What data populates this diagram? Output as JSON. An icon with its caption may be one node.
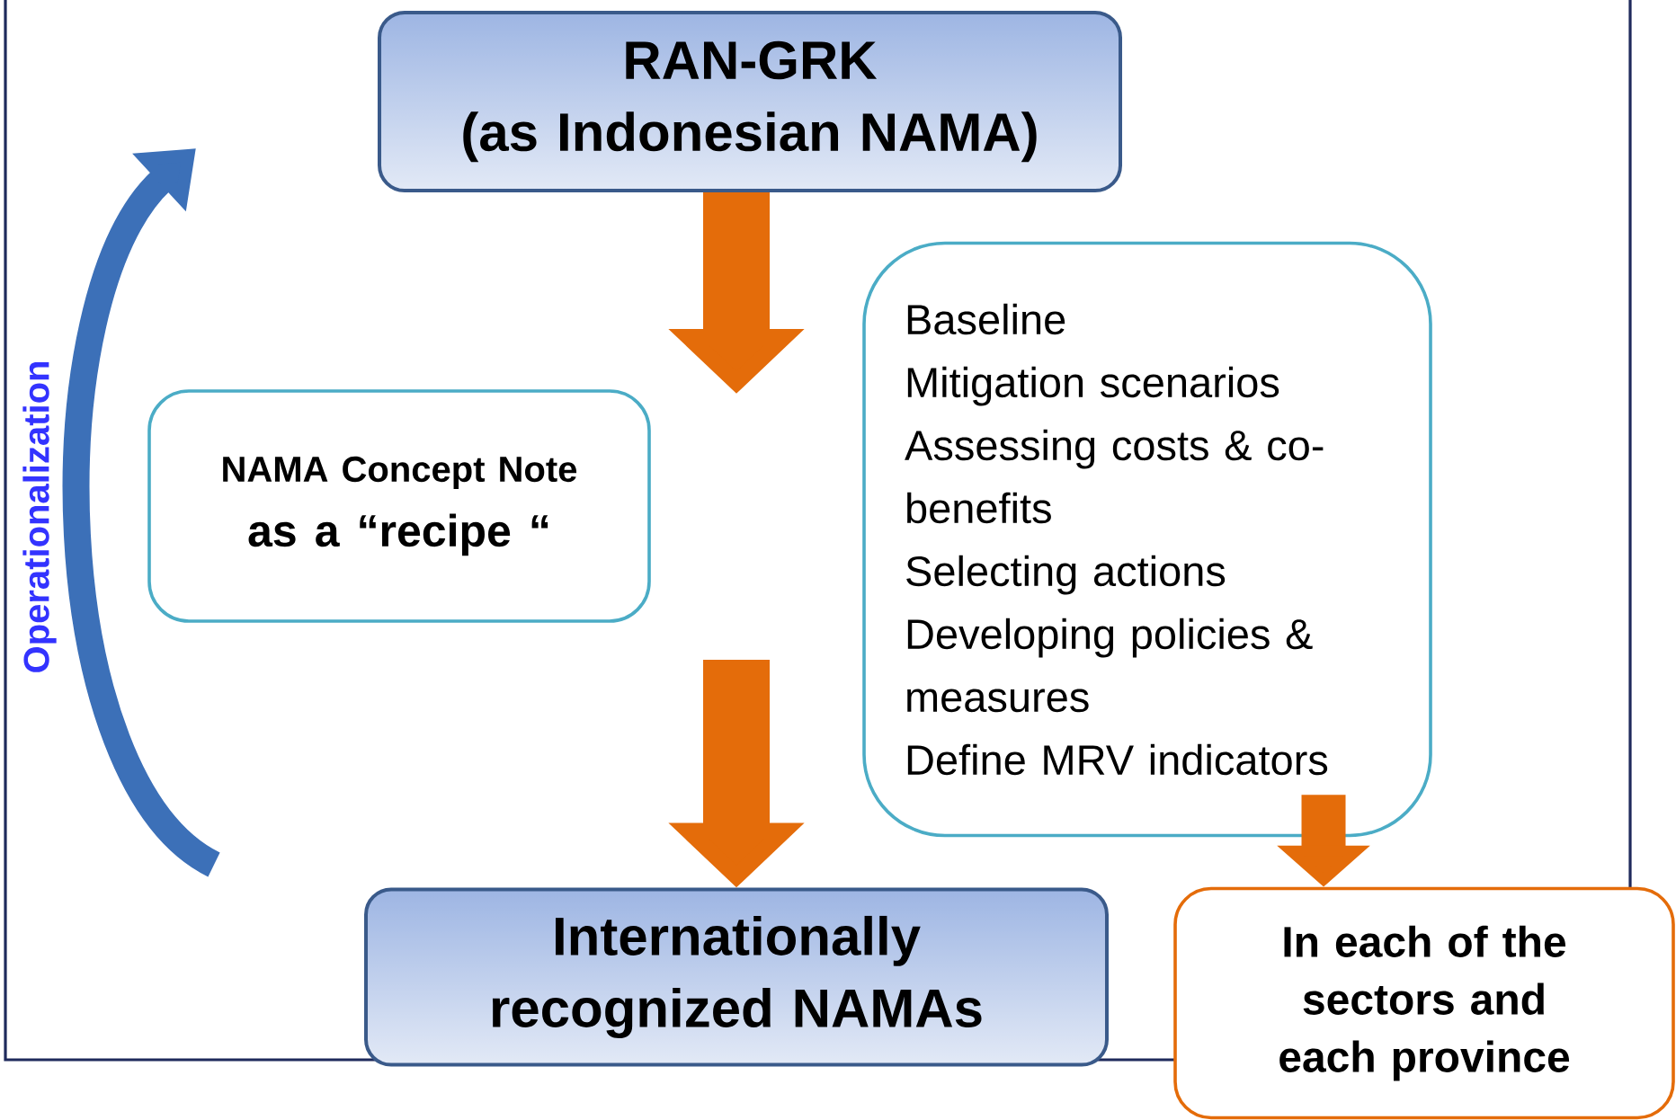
{
  "diagram": {
    "nodes": [
      {
        "text": [
          "RAN-GRK",
          "(as Indonesian NAMA)"
        ]
      },
      {
        "text": [
          "NAMA Concept Note",
          "as a “recipe “"
        ]
      },
      {
        "text": [
          "Baseline",
          "Mitigation scenarios",
          "Assessing  costs & co-benefits",
          "Selecting actions",
          "Developing policies & measures",
          "Define MRV indicators"
        ]
      },
      {
        "text": [
          "Internationally recognized NAMAs"
        ]
      },
      {
        "text": [
          "In each of the sectors and each province"
        ]
      }
    ],
    "edges": [
      {
        "from": 0,
        "to": null,
        "arrow": "to"
      },
      {
        "from": null,
        "to": 3,
        "arrow": "to"
      },
      {
        "from": 2,
        "to": 4,
        "arrow": "to"
      }
    ],
    "labels": [
      "Operationalization"
    ]
  }
}
